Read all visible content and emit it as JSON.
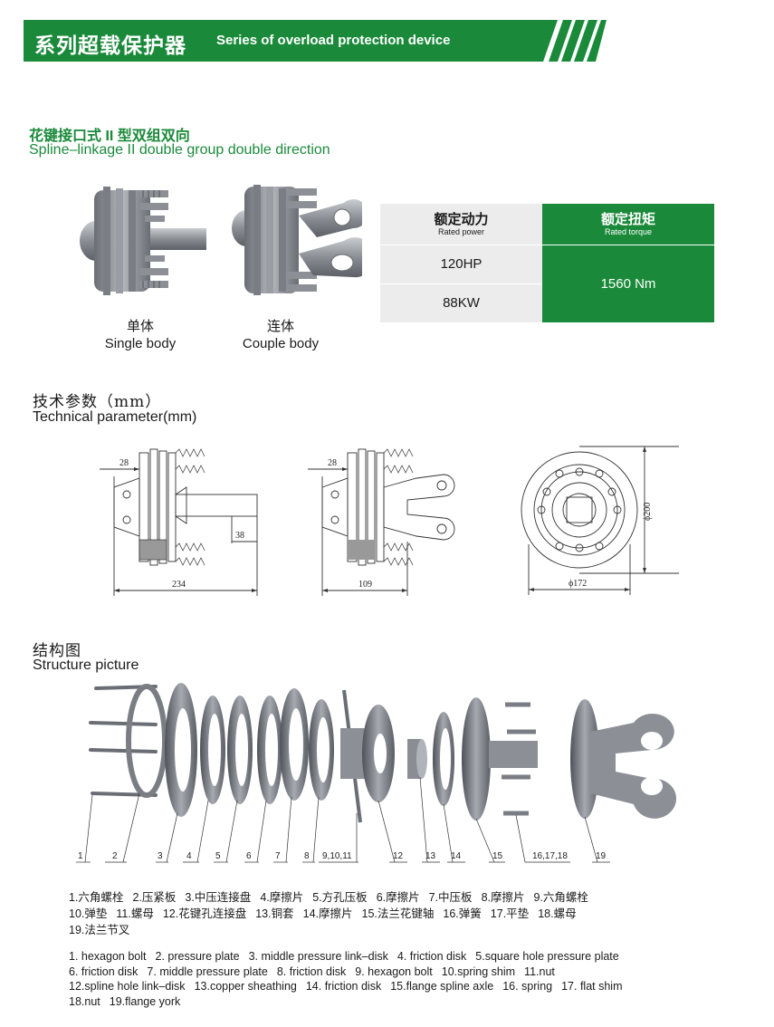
{
  "banner": {
    "cn": "系列超载保护器",
    "en": "Series of overload protection device",
    "color": "#1a8a3a"
  },
  "product": {
    "cn": "花键接口式 II 型双组双向",
    "en": "Spline–linkage II double group double direction"
  },
  "photos": [
    {
      "cn": "单体",
      "en": "Single body"
    },
    {
      "cn": "连体",
      "en": "Couple body"
    }
  ],
  "rating": {
    "power_cn": "额定动力",
    "power_en": "Rated power",
    "torque_cn": "额定扭矩",
    "torque_en": "Rated torque",
    "power_hp": "120HP",
    "power_kw": "88KW",
    "torque": "1560 Nm"
  },
  "tech": {
    "cn": "技术参数（mm）",
    "en": "Technical parameter(mm)",
    "dims": {
      "d1_28": "28",
      "d1_38": "38",
      "d1_234": "234",
      "d2_28": "28",
      "d2_109": "109",
      "d3_200": "ϕ200",
      "d3_172": "ϕ172"
    }
  },
  "structure": {
    "cn": "结构图",
    "en": "Structure picture",
    "part_labels": [
      "1",
      "2",
      "3",
      "4",
      "5",
      "6",
      "7",
      "8",
      "9,10,11",
      "12",
      "13",
      "14",
      "15",
      "16,17,18",
      "19"
    ]
  },
  "legend_cn": [
    [
      "1.六角螺栓",
      "2.压紧板",
      "3.中压连接盘",
      "4.摩擦片",
      "5.方孔压板",
      "6.摩擦片",
      "7.中压板",
      "8.摩擦片",
      "9.六角螺栓"
    ],
    [
      "10.弹垫",
      "11.螺母",
      "12.花键孔连接盘",
      "13.铜套",
      "14.摩擦片",
      "15.法兰花键轴",
      "16.弹簧",
      "17.平垫",
      "18.螺母"
    ],
    [
      "19.法兰节叉"
    ]
  ],
  "legend_en": [
    [
      "1. hexagon bolt",
      "2. pressure plate",
      "3. middle pressure link–disk",
      "4. friction disk",
      "5.square hole pressure plate"
    ],
    [
      "6. friction disk",
      "7. middle pressure plate",
      "8. friction disk",
      "9. hexagon bolt",
      "10.spring shim",
      "11.nut"
    ],
    [
      "12.spline hole link–disk",
      "13.copper sheathing",
      "14. friction disk",
      "15.flange spline axle",
      "16. spring",
      "17. flat shim"
    ],
    [
      "18.nut",
      "19.flange york"
    ]
  ]
}
